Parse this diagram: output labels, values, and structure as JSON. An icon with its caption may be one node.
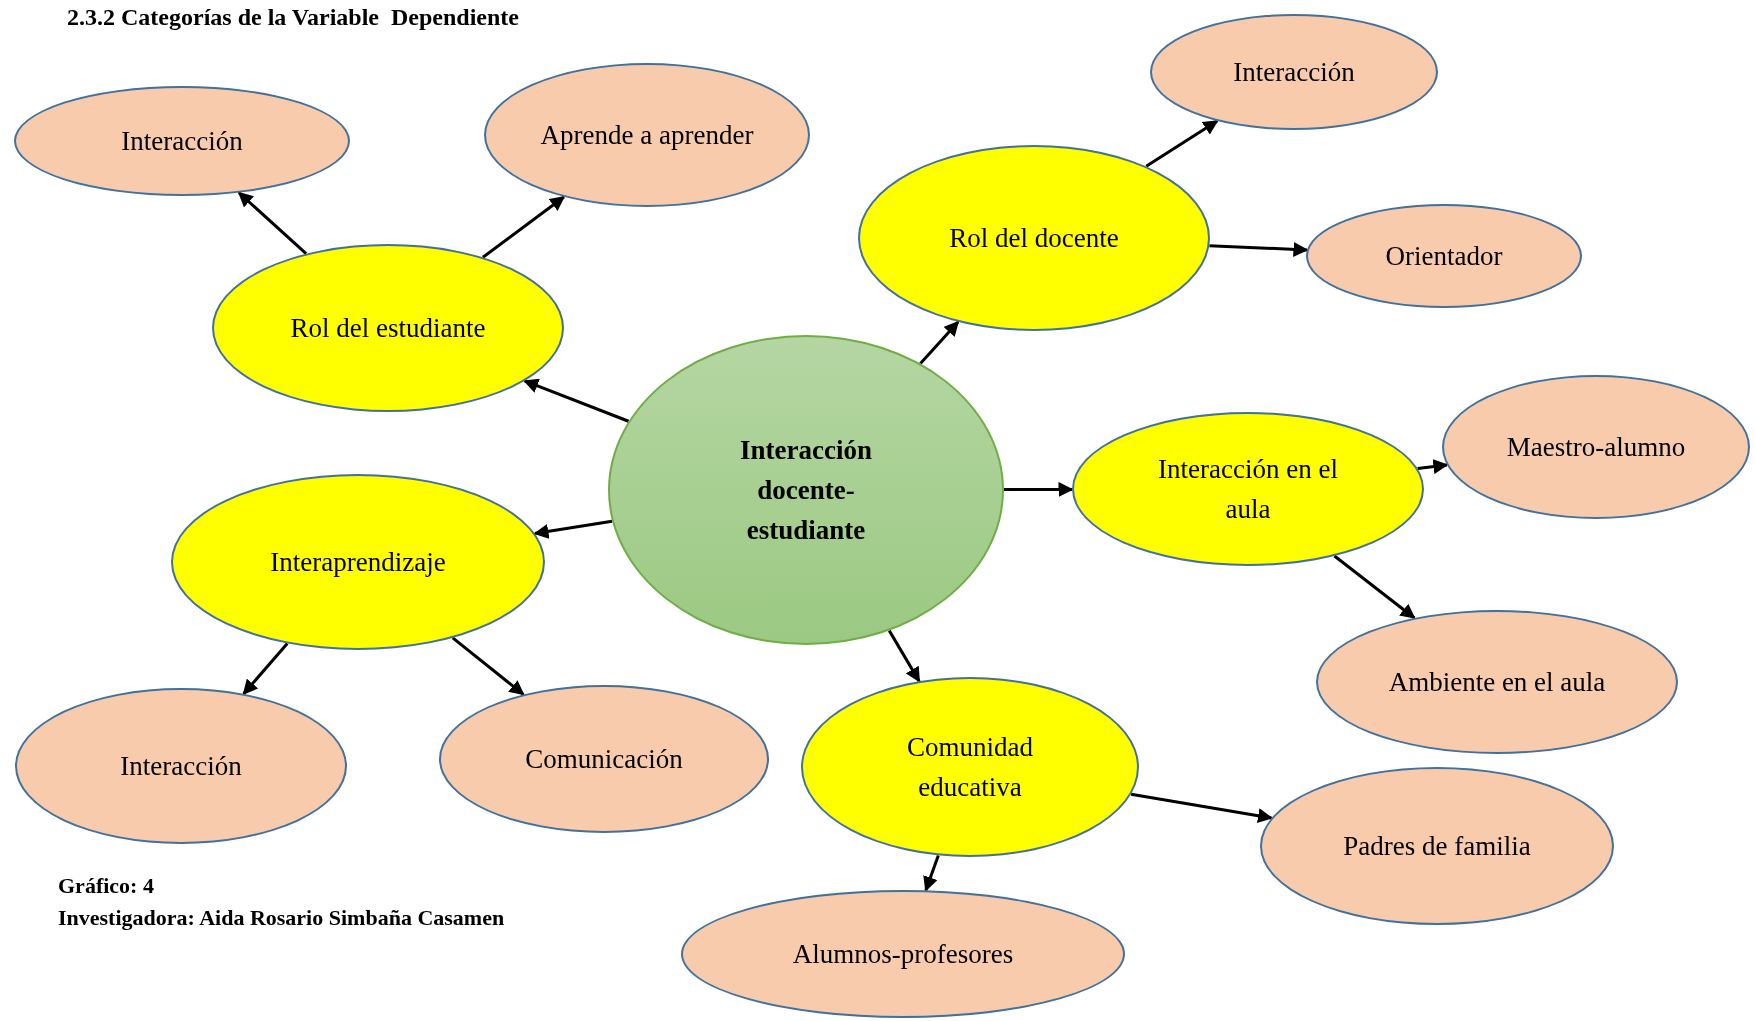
{
  "diagram": {
    "title": "2.3.2 Categorías de la Variable  Dependiente",
    "nodes": [
      {
        "text": [
          "Interacción docente-estudiante"
        ]
      },
      {
        "text": [
          "Rol del estudiante"
        ]
      },
      {
        "text": [
          "Interacción"
        ]
      },
      {
        "text": [
          "Aprende a aprender"
        ]
      },
      {
        "text": [
          "Rol del docente"
        ]
      },
      {
        "text": [
          "Interacción"
        ]
      },
      {
        "text": [
          "Orientador"
        ]
      },
      {
        "text": [
          "Interacción en el aula"
        ]
      },
      {
        "text": [
          "Maestro-alumno"
        ]
      },
      {
        "text": [
          "Ambiente en el aula"
        ]
      },
      {
        "text": [
          "Interaprendizaje"
        ]
      },
      {
        "text": [
          "Interacción"
        ]
      },
      {
        "text": [
          "Comunicación"
        ]
      },
      {
        "text": [
          "Comunidad educativa"
        ]
      },
      {
        "text": [
          "Padres de familia"
        ]
      },
      {
        "text": [
          "Alumnos-profesores"
        ]
      }
    ],
    "edges": [
      {
        "from": 0,
        "to": 1,
        "arrow": "to"
      },
      {
        "from": 1,
        "to": 2,
        "arrow": "to"
      },
      {
        "from": 1,
        "to": 3,
        "arrow": "to"
      },
      {
        "from": 0,
        "to": 4,
        "arrow": "to"
      },
      {
        "from": 4,
        "to": 5,
        "arrow": "to"
      },
      {
        "from": 4,
        "to": 6,
        "arrow": "to"
      },
      {
        "from": 0,
        "to": 7,
        "arrow": "to"
      },
      {
        "from": 7,
        "to": 8,
        "arrow": "to"
      },
      {
        "from": 7,
        "to": 9,
        "arrow": "to"
      },
      {
        "from": 0,
        "to": 10,
        "arrow": "to"
      },
      {
        "from": 10,
        "to": 11,
        "arrow": "to"
      },
      {
        "from": 10,
        "to": 12,
        "arrow": "to"
      },
      {
        "from": 0,
        "to": 13,
        "arrow": "to"
      },
      {
        "from": 13,
        "to": 14,
        "arrow": "to"
      },
      {
        "from": 13,
        "to": 15,
        "arrow": "to"
      }
    ],
    "labels": [
      "Gráfico: 4",
      "Investigadora: Aida Rosario Simbaña Casamen"
    ]
  }
}
